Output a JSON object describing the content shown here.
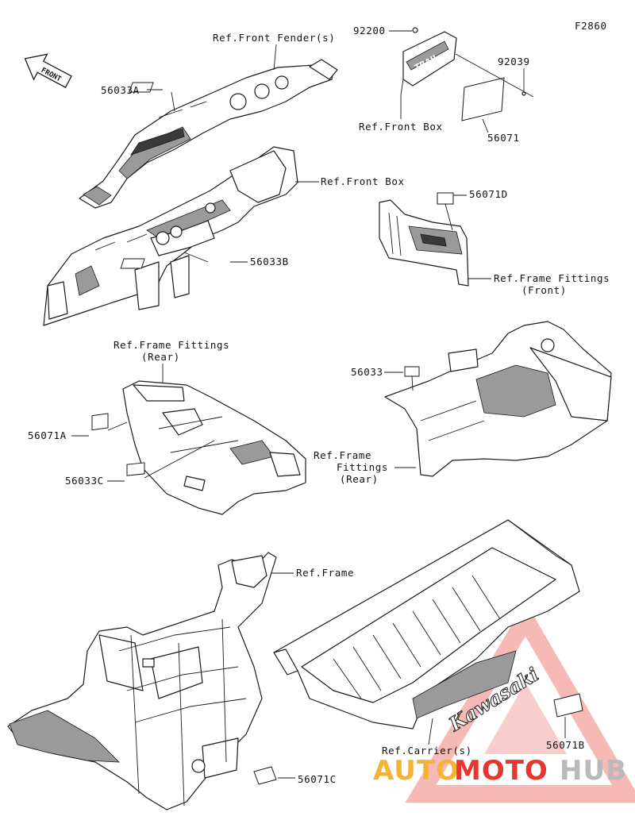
{
  "diagram": {
    "code": "F2860",
    "direction_label": "FRONT",
    "brand_text": "Kawasaki",
    "decal_text": "TRAIL"
  },
  "callouts": {
    "p56033A": "56033A",
    "p56033B": "56033B",
    "p56033": "56033",
    "p56033C": "56033C",
    "p56071": "56071",
    "p56071A": "56071A",
    "p56071B": "56071B",
    "p56071C": "56071C",
    "p56071D": "56071D",
    "p92200": "92200",
    "p92039": "92039"
  },
  "refs": {
    "front_fender": "Ref.Front Fender(s)",
    "front_box_top": "Ref.Front Box",
    "front_box_mid": "Ref.Front Box",
    "frame_fittings_front_1": "Ref.Frame Fittings",
    "frame_fittings_front_2": "(Front)",
    "frame_fittings_rear_a1": "Ref.Frame Fittings",
    "frame_fittings_rear_a2": "(Rear)",
    "frame_fittings_rear_b1": "Ref.Frame",
    "frame_fittings_rear_b2": "Fittings",
    "frame_fittings_rear_b3": "(Rear)",
    "frame": "Ref.Frame",
    "carrier": "Ref.Carrier(s)"
  },
  "watermark": {
    "part1": "AUTO",
    "part2": "MOTO",
    "part3": "HUB",
    "color_gray": "#b9b9b9",
    "color_orange": "#f5b335",
    "color_red": "#e8362f"
  }
}
